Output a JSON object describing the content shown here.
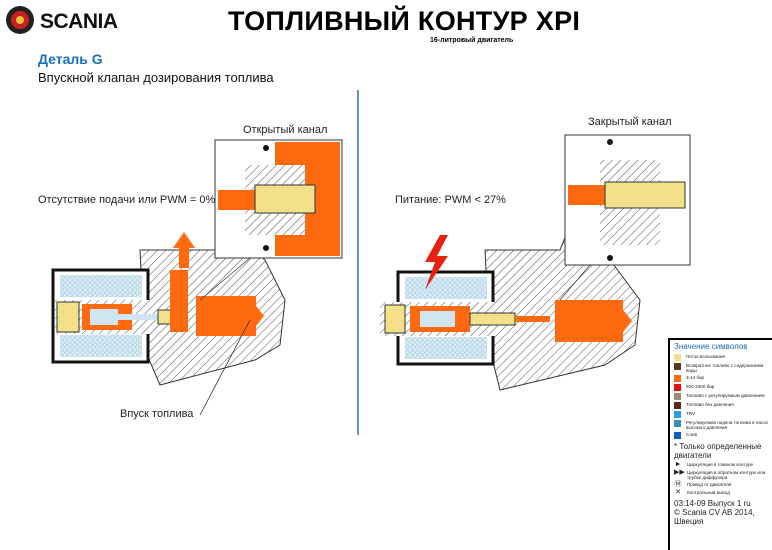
{
  "header": {
    "brand": "SCANIA",
    "title": "ТОПЛИВНЫЙ КОНТУР XPI",
    "subtitle": "16-литровый двигатель"
  },
  "section": {
    "detail": "Деталь G",
    "description": "Впускной клапан дозирования топлива"
  },
  "left_panel": {
    "state": "Отсутствие подачи или PWM = 0%",
    "zoom_label": "Открытый канал",
    "callout": "Впуск топлива"
  },
  "right_panel": {
    "state": "Питание: PWM < 27%",
    "zoom_label": "Закрытый канал"
  },
  "legend": {
    "title": "Значение символов",
    "items": [
      {
        "label": "Поток всасывания",
        "color": "#f3e08a"
      },
      {
        "label": "Возвратное топливо с содержанием воды",
        "color": "#5a3a1a"
      },
      {
        "label": "3-14 бар",
        "color": "#ff6a10"
      },
      {
        "label": "500-2400 бар",
        "color": "#e81010"
      },
      {
        "label": "Топливо с регулируемым давлением",
        "color": "#a08878"
      },
      {
        "label": "Топливо без давления",
        "color": "#5a2a20"
      },
      {
        "label": "TRV",
        "color": "#2aa0d8"
      },
      {
        "label": "Регулируемая подача топлива в насос высокого давления",
        "color": "#3c8cc0"
      },
      {
        "label": "Слив",
        "color": "#1060c8"
      }
    ],
    "note": "* Только определенные двигатели",
    "symbols": [
      {
        "icon": "arrow-icon",
        "label": "Циркуляция в главном контуре"
      },
      {
        "icon": "double-arrow-icon",
        "label": "Циркуляция в обратном контуре или трубке диффузора"
      },
      {
        "icon": "motor-drive-icon",
        "label": "Привод от двигателя"
      },
      {
        "icon": "cross-icon",
        "label": "Контрольный вывод"
      }
    ],
    "footer_code": "03:14-09    Выпуск 1    ru",
    "copyright": "© Scania CV AB 2014, Швеция"
  },
  "colors": {
    "orange": "#ff6a10",
    "yellow": "#f3e08a",
    "coil": "#d8ecf4",
    "accent": "#1a6fbf",
    "red": "#e82010"
  }
}
